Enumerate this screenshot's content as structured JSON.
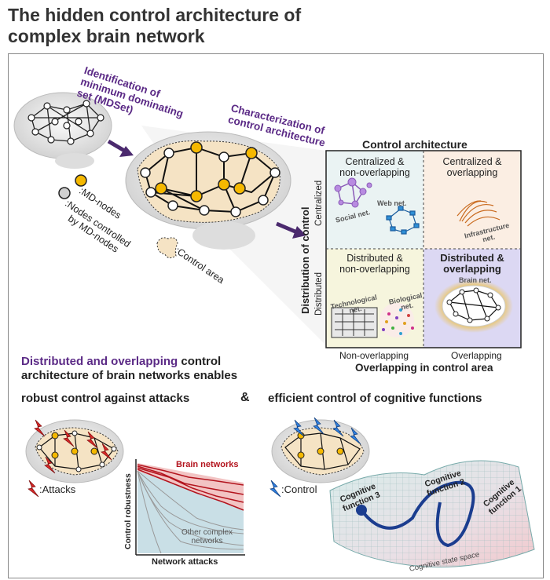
{
  "title_line1": "The hidden control architecture of",
  "title_line2": "complex brain network",
  "identification": [
    "Identification of",
    "minimum dominating",
    "set (MDSet)"
  ],
  "characterization": [
    "Characterization of",
    "control architecture"
  ],
  "legend": {
    "md_nodes": ":MD-nodes",
    "controlled": [
      ":Nodes controlled",
      "by MD-nodes"
    ],
    "control_area": ":Control area"
  },
  "control_architecture": {
    "heading": "Control architecture",
    "y_axis": "Distribution of control",
    "y_high": "Centralized",
    "y_low": "Distributed",
    "x_axis": "Overlapping in control area",
    "x_low": "Non-overlapping",
    "x_high": "Overlapping",
    "quadrants": {
      "tl": [
        "Centralized &",
        "non-overlapping"
      ],
      "tr": [
        "Centralized &",
        "overlapping"
      ],
      "bl": [
        "Distributed &",
        "non-overlapping"
      ],
      "br": [
        "Distributed &",
        "overlapping"
      ]
    },
    "nets": {
      "social": "Social net.",
      "web": "Web net.",
      "infra": [
        "Infrastructure",
        "net."
      ],
      "tech": [
        "Technological",
        "net."
      ],
      "bio": [
        "Biological",
        "net."
      ],
      "brain": "Brain net."
    }
  },
  "summary": {
    "highlight": "Distributed and overlapping",
    "rest1": " control",
    "line2": "architecture of brain networks enables"
  },
  "left_heading": "robust control against attacks",
  "amp": "&",
  "right_heading": "efficient control of cognitive functions",
  "attacks_label": ":Attacks",
  "control_label": ":Control",
  "robustness_chart": {
    "ylabel": "Control robustness",
    "xlabel": "Network attacks",
    "brain_label": "Brain networks",
    "other_label": [
      "Other complex",
      "networks"
    ]
  },
  "landscape": {
    "cf1": [
      "Cognitive",
      "function 1"
    ],
    "cf2": [
      "Cognitive",
      "function 2"
    ],
    "cf3": [
      "Cognitive",
      "function 3"
    ],
    "space": "Cognitive state space"
  },
  "colors": {
    "purple": "#5b2a86",
    "gold": "#f5b800",
    "red": "#b3141e",
    "blue": "#1b3d8f",
    "lightblue": "#c9dfe6",
    "pink": "#f2c4c4"
  }
}
